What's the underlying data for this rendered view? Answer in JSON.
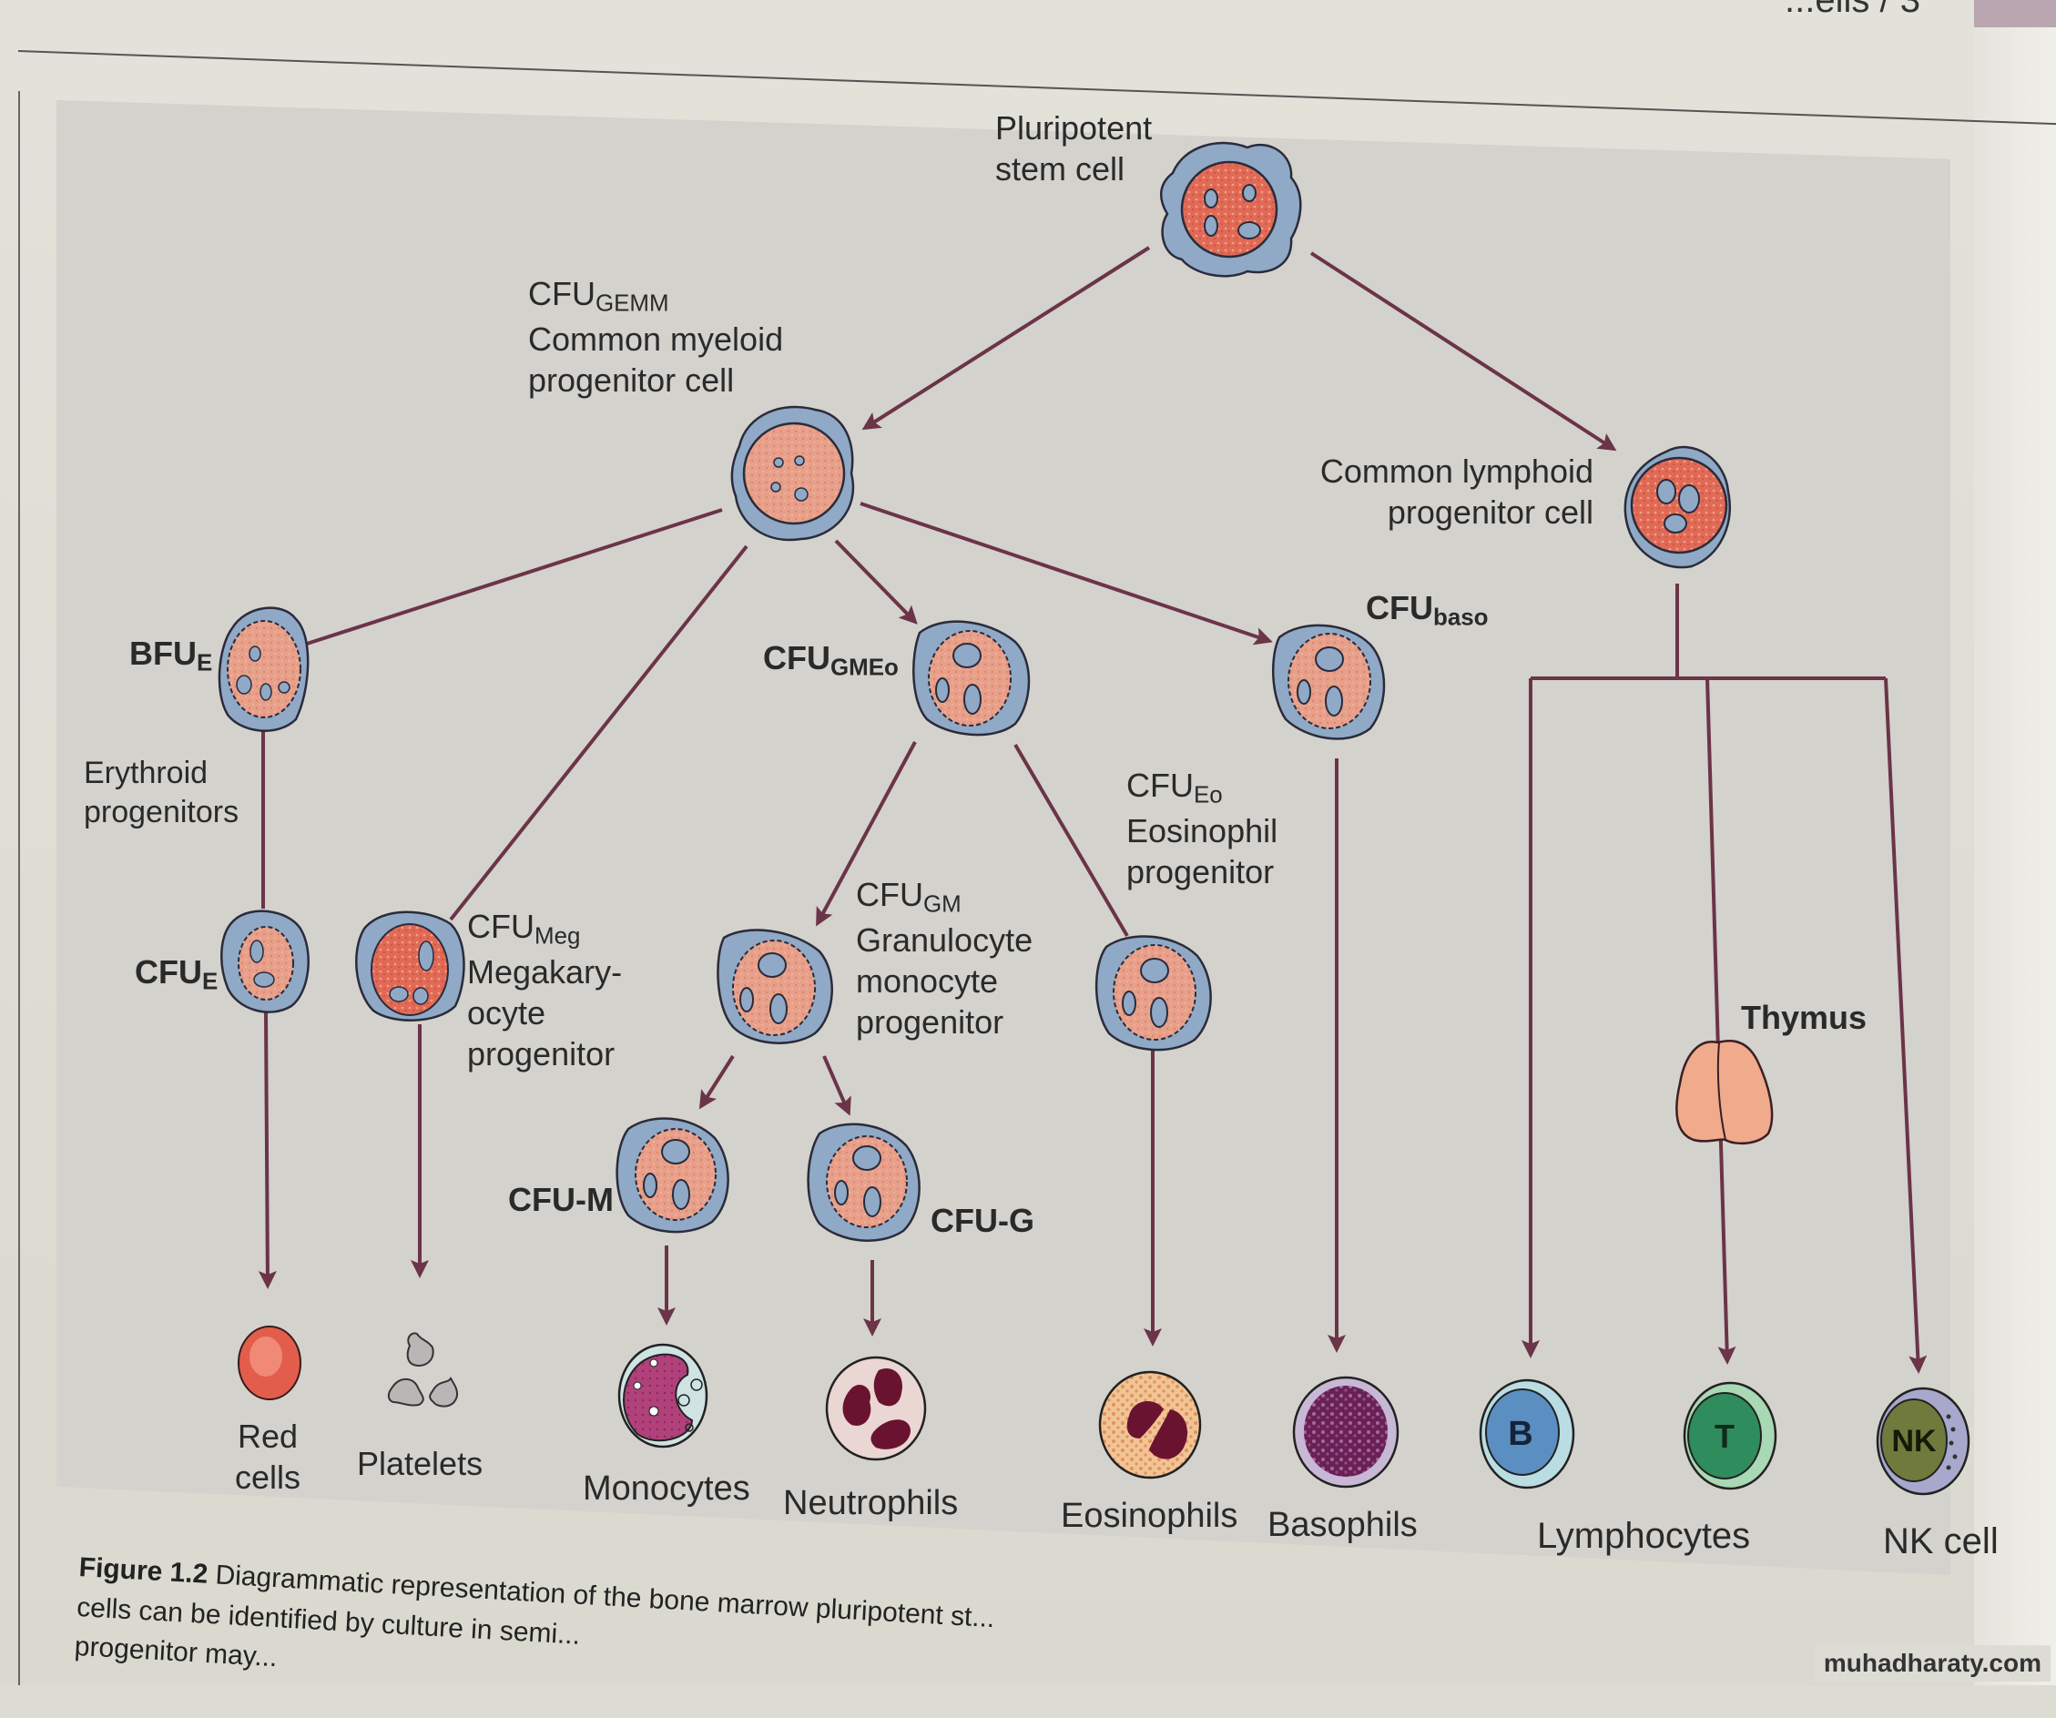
{
  "page": {
    "header_fragment": "...ells / 3",
    "watermark": "muhadharaty.com"
  },
  "nodes": {
    "stem": {
      "title": "Pluripotent",
      "title2": "stem cell"
    },
    "gemm": {
      "code": "CFU",
      "sub": "GEMM",
      "desc1": "Common myeloid",
      "desc2": "progenitor cell"
    },
    "lymphoid": {
      "desc1": "Common lymphoid",
      "desc2": "progenitor cell"
    },
    "bfue": {
      "code": "BFU",
      "sub": "E"
    },
    "erythroid": {
      "desc1": "Erythroid",
      "desc2": "progenitors"
    },
    "cfue": {
      "code": "CFU",
      "sub": "E"
    },
    "gmeo": {
      "code": "CFU",
      "sub": "GMEo"
    },
    "baso": {
      "code": "CFU",
      "sub": "baso"
    },
    "meg": {
      "code": "CFU",
      "sub": "Meg",
      "desc1": "Megakary-",
      "desc2": "ocyte",
      "desc3": "progenitor"
    },
    "gm": {
      "code": "CFU",
      "sub": "GM",
      "desc1": "Granulocyte",
      "desc2": "monocyte",
      "desc3": "progenitor"
    },
    "eo": {
      "code": "CFU",
      "sub": "Eo",
      "desc1": "Eosinophil",
      "desc2": "progenitor"
    },
    "cfum": {
      "code": "CFU-M"
    },
    "cfug": {
      "code": "CFU-G"
    },
    "thymus": {
      "label": "Thymus"
    }
  },
  "mature_cells": {
    "red": {
      "line1": "Red",
      "line2": "cells"
    },
    "platelets": {
      "label": "Platelets"
    },
    "monocytes": {
      "label": "Monocytes"
    },
    "neutrophils": {
      "label": "Neutrophils"
    },
    "eosinophils": {
      "label": "Eosinophils"
    },
    "basophils": {
      "label": "Basophils"
    },
    "lymphocytes": {
      "label": "Lymphocytes",
      "b_letter": "B",
      "t_letter": "T"
    },
    "nk": {
      "label": "NK cell",
      "letter": "NK"
    }
  },
  "caption": {
    "figure_no": "Figure 1.2",
    "line1": "Diagrammatic representation of the bone marrow pluripotent st...",
    "line2": "cells can be identified by culture in semi...",
    "line3": "progenitor may..."
  },
  "colors": {
    "arrow": "#6b3448",
    "cytoplasm": "#8fa9c6",
    "nucleus": "#e8a08a",
    "nucleus_dark": "#e16a56",
    "outline": "#2b2b3a"
  }
}
